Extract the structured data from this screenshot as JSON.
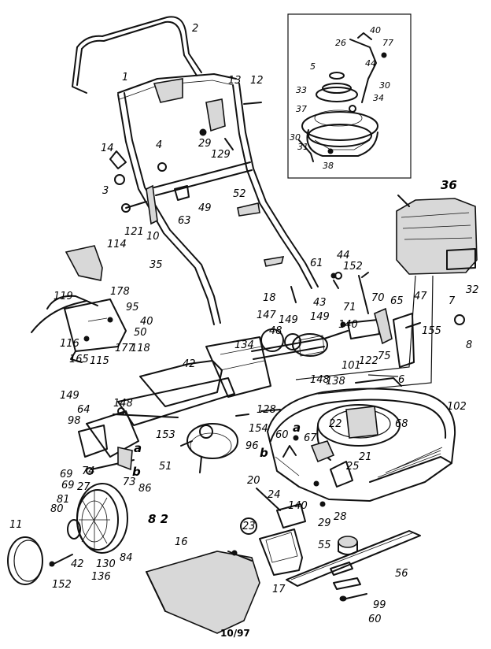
{
  "diagram": {
    "footer_code": "10/97",
    "callouts": {
      "c1": "1",
      "c2": "2",
      "c3": "3",
      "c4": "4",
      "c5": "5",
      "c6": "6",
      "c7": "7",
      "c8": "8",
      "c10": "10",
      "c11": "11",
      "c12": "12",
      "c13": "13",
      "c14": "14",
      "c16": "16",
      "c17": "17",
      "c18": "18",
      "c20": "20",
      "c21": "21",
      "c22": "22",
      "c23": "23",
      "c24": "24",
      "c25": "25",
      "c26": "26",
      "c27": "27",
      "c28": "28",
      "c29a": "29",
      "c29b": "29",
      "c30a": "30",
      "c30b": "30",
      "c31": "31",
      "c32": "32",
      "c33": "33",
      "c34": "34",
      "c35": "35",
      "c36": "36",
      "c37": "37",
      "c38": "38",
      "c40a": "40",
      "c40b": "40",
      "c42a": "42",
      "c42b": "42",
      "c43": "43",
      "c44a": "44",
      "c44b": "44",
      "c47": "47",
      "c48": "48",
      "c49": "49",
      "c50": "50",
      "c51": "51",
      "c52": "52",
      "c55": "55",
      "c56": "56",
      "c60a": "60",
      "c60b": "60",
      "c61": "61",
      "c63": "63",
      "c64": "64",
      "c65": "65",
      "c67": "67",
      "c68": "68",
      "c69a": "69",
      "c69b": "69",
      "c70": "70",
      "c71": "71",
      "c73": "73",
      "c74": "74",
      "c75": "75",
      "c77": "77",
      "c80": "80",
      "c81": "81",
      "c82": "8 2",
      "c84": "84",
      "c86": "86",
      "c95": "95",
      "c96": "96",
      "c98": "98",
      "c99": "99",
      "c101": "101",
      "c102": "102",
      "c114": "114",
      "c115": "115",
      "c116": "116",
      "c118": "118",
      "c119": "119",
      "c121": "121",
      "c122": "122",
      "c128": "128",
      "c129": "129",
      "c130": "130",
      "c134": "134",
      "c136": "136",
      "c138": "138",
      "c140a": "140",
      "c140b": "140",
      "c147": "147",
      "c148a": "148",
      "c148b": "148",
      "c149a": "149",
      "c149b": "149",
      "c149c": "149",
      "c152a": "152",
      "c152b": "152",
      "c153": "153",
      "c154": "154",
      "c155": "155",
      "c165": "165",
      "c177": "177",
      "c178": "178",
      "ca1": "a",
      "ca2": "a",
      "cb1": "b",
      "cb2": "b"
    }
  }
}
